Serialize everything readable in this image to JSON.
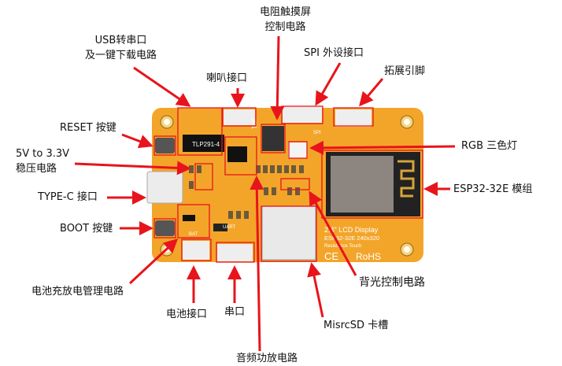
{
  "labels": {
    "touch": [
      "电阻触摸屏",
      "控制电路"
    ],
    "usb": [
      "USB转串口",
      "及一键下载电路"
    ],
    "spi": "SPI 外设接口",
    "speaker": "喇叭接口",
    "expand": "拓展引脚",
    "reset": "RESET 按键",
    "rgb": "RGB 三色灯",
    "ldo": [
      "5V to 3.3V",
      "稳压电路"
    ],
    "esp32": "ESP32-32E 模组",
    "typec": "TYPE-C 接口",
    "boot": "BOOT 按键",
    "backlight": "背光控制电路",
    "battery_mgmt": "电池充放电管理电路",
    "battery_port": "电池接口",
    "uart": "串口",
    "sd": "MisrcSD 卡槽",
    "audio": "音频功放电路"
  },
  "board_silk": {
    "title": "2.4\" LCD Display",
    "model": "ESP32-32E 240x320",
    "touch": "Resistance Touch",
    "ce": "CE",
    "rohs": "RoHS",
    "chip": "TLP291-4",
    "jp1": "JP1",
    "uart": "UART",
    "bat": "BAT",
    "spi": "SPI"
  },
  "colors": {
    "board": "#F3A52A",
    "arrow": "#E8141B",
    "box": "#E8141B"
  }
}
